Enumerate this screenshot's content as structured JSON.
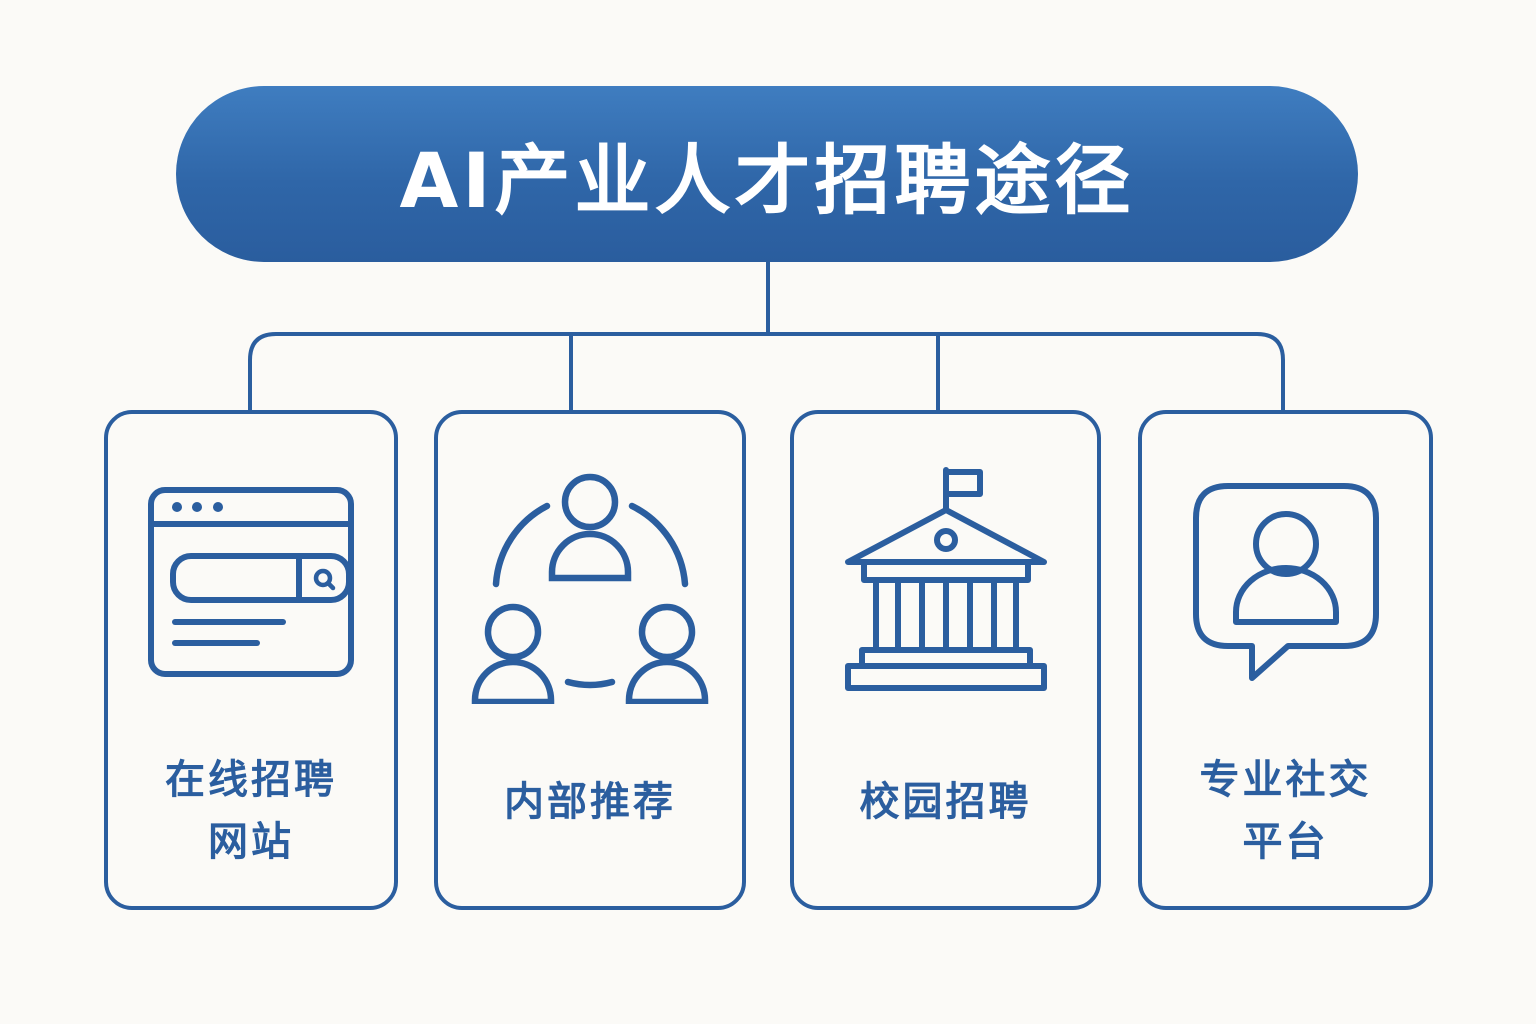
{
  "title": "AI产业人才招聘途径",
  "colors": {
    "primary": "#2b5e9f",
    "title_bg_top": "#3f7dc0",
    "title_bg_bottom": "#2a5d9e",
    "background": "#fbfaf7",
    "title_text": "#ffffff"
  },
  "channels": [
    {
      "icon": "browser-search-icon",
      "label_lines": [
        "在线招聘",
        "网站"
      ]
    },
    {
      "icon": "people-network-icon",
      "label_lines": [
        "内部推荐"
      ]
    },
    {
      "icon": "university-building-icon",
      "label_lines": [
        "校园招聘"
      ]
    },
    {
      "icon": "profile-chat-bubble-icon",
      "label_lines": [
        "专业社交",
        "平台"
      ]
    }
  ]
}
